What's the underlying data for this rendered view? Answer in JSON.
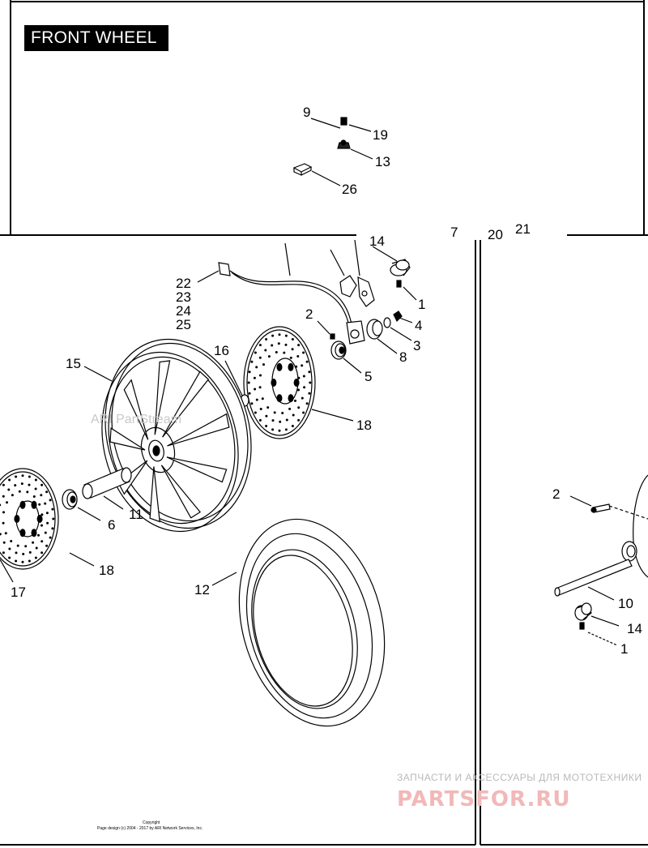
{
  "title": "FRONT WHEEL",
  "callouts": [
    "9",
    "19",
    "13",
    "26",
    "14",
    "1",
    "22",
    "23",
    "24",
    "25",
    "2",
    "4",
    "3",
    "8",
    "16",
    "5",
    "15",
    "18",
    "11",
    "6",
    "18",
    "17",
    "12",
    "2",
    "10",
    "14",
    "1",
    "7",
    "20",
    "21"
  ],
  "watermark_ari": "ARI PartStream",
  "copyright": {
    "line1": "Copyright",
    "line2": "Page design (c) 2004 - 2017 by ARI Network Services, Inc."
  },
  "brand": {
    "tagline": "ЗАПЧАСТИ И АКСЕССУАРЫ ДЛЯ МОТОТЕХНИКИ",
    "name": "PARTSFOR.RU"
  },
  "colors": {
    "ink": "#000000",
    "brand_red": "#f2b8b8",
    "watermark_gray": "#c8c8c8"
  }
}
